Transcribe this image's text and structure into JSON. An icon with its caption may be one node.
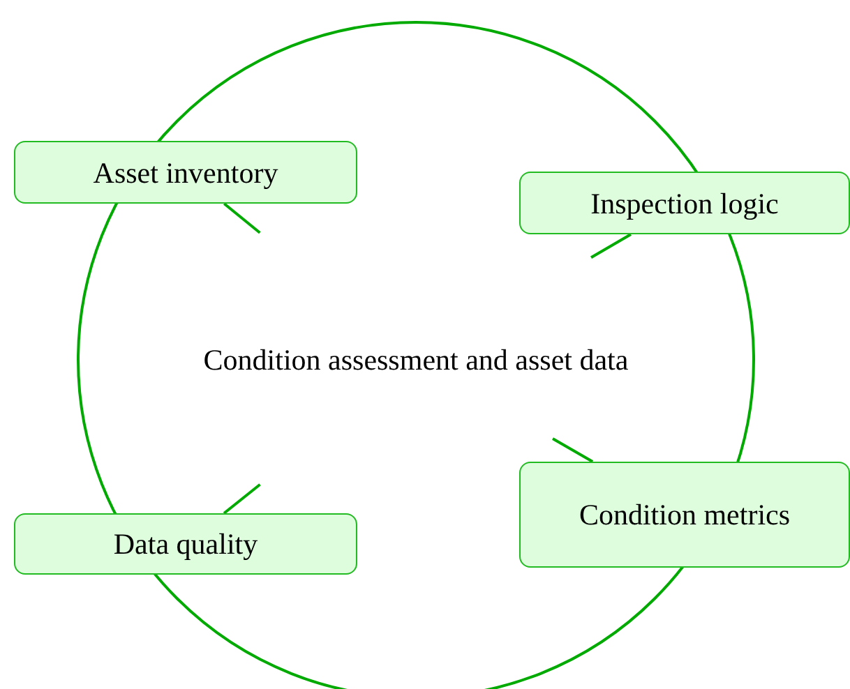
{
  "diagram": {
    "nodes": [
      {
        "text": [
          "Condition assessment and asset data"
        ]
      },
      {
        "text": [
          "Asset inventory"
        ]
      },
      {
        "text": [
          "Inspection logic"
        ]
      },
      {
        "text": [
          "Data quality"
        ]
      },
      {
        "text": [
          "Condition metrics"
        ]
      }
    ],
    "edges": [
      {
        "from": 0,
        "to": 1,
        "arrow": "none"
      },
      {
        "from": 0,
        "to": 2,
        "arrow": "none"
      },
      {
        "from": 0,
        "to": 3,
        "arrow": "none"
      },
      {
        "from": 0,
        "to": 4,
        "arrow": "none"
      }
    ]
  }
}
